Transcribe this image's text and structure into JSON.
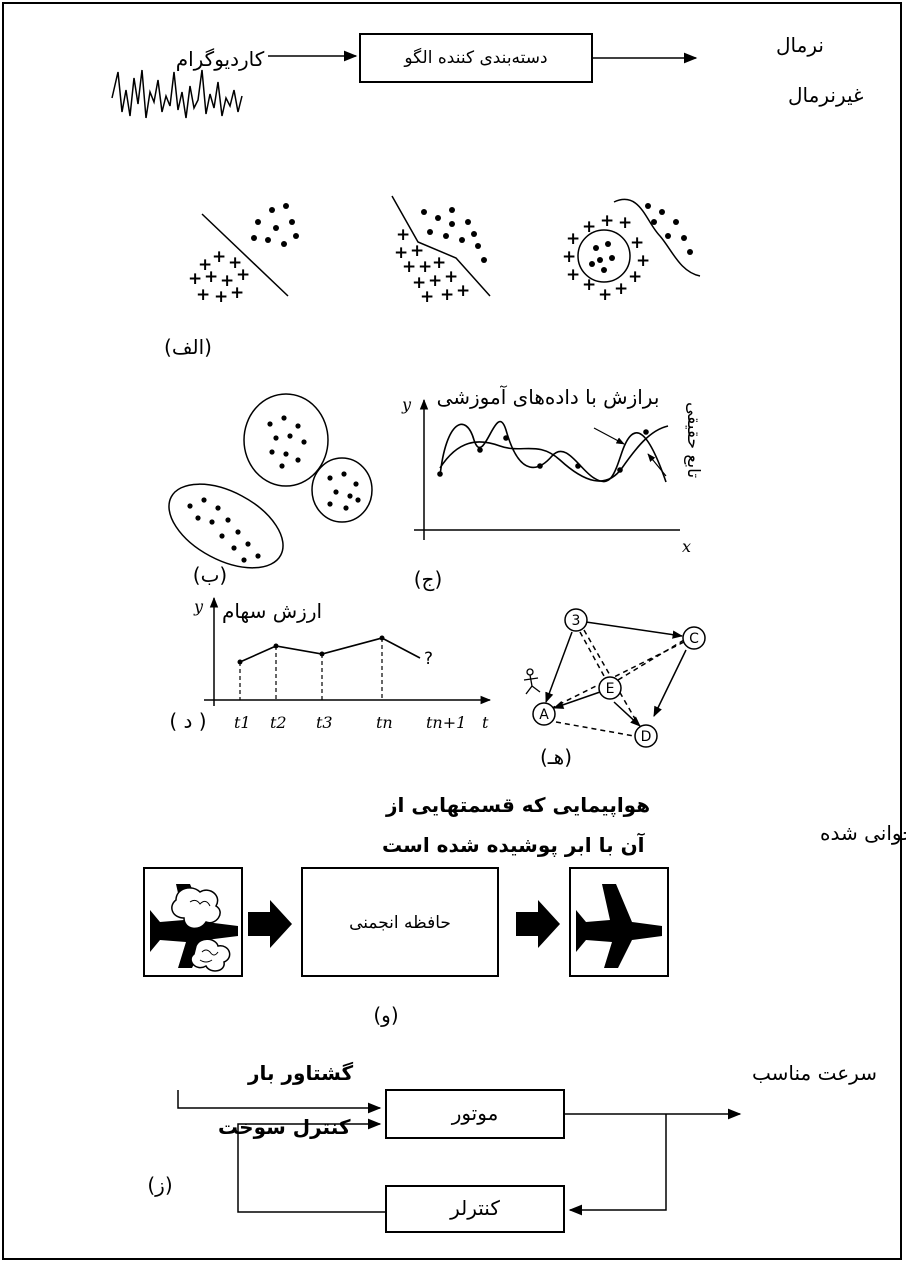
{
  "top": {
    "input_label": "کاردیوگرام",
    "classifier_label": "دسته‌بندی کننده الگو",
    "out_normal": "نرمال",
    "out_abnormal": "غیرنرمال"
  },
  "panel_alef": {
    "caption": "(الف)"
  },
  "panel_be": {
    "caption": "(ب)"
  },
  "panel_jim": {
    "caption": "(ج)",
    "title": "برازش با داده‌های آموزشی",
    "true_fn_label": "تابع حقیقی",
    "y_axis": "y",
    "x_axis": "x"
  },
  "panel_dal": {
    "caption": "( د )",
    "title": "ارزش سهام",
    "y_axis": "y",
    "t_axis": "t",
    "ticks": [
      "t1",
      "t2",
      "t3",
      "tn",
      "tn+1"
    ],
    "question": "?"
  },
  "panel_he": {
    "caption": "(هـ)",
    "nodes": [
      "3",
      "C",
      "E",
      "A",
      "D"
    ]
  },
  "panel_vav": {
    "caption": "(و)",
    "left_text_line1": "هواپیمایی که قسمتهایی از",
    "left_text_line2": "آن با ابر پوشیده شده است",
    "right_text": "هواپیمای بازخوانی شده",
    "memory_label": "حافظه انجمنی"
  },
  "panel_ze": {
    "caption": "(ز)",
    "load_torque": "گشتاور بار",
    "fuel_control": "کنترل سوخت",
    "proper_speed": "سرعت مناسب",
    "motor": "موتور",
    "controller": "کنترلر"
  }
}
